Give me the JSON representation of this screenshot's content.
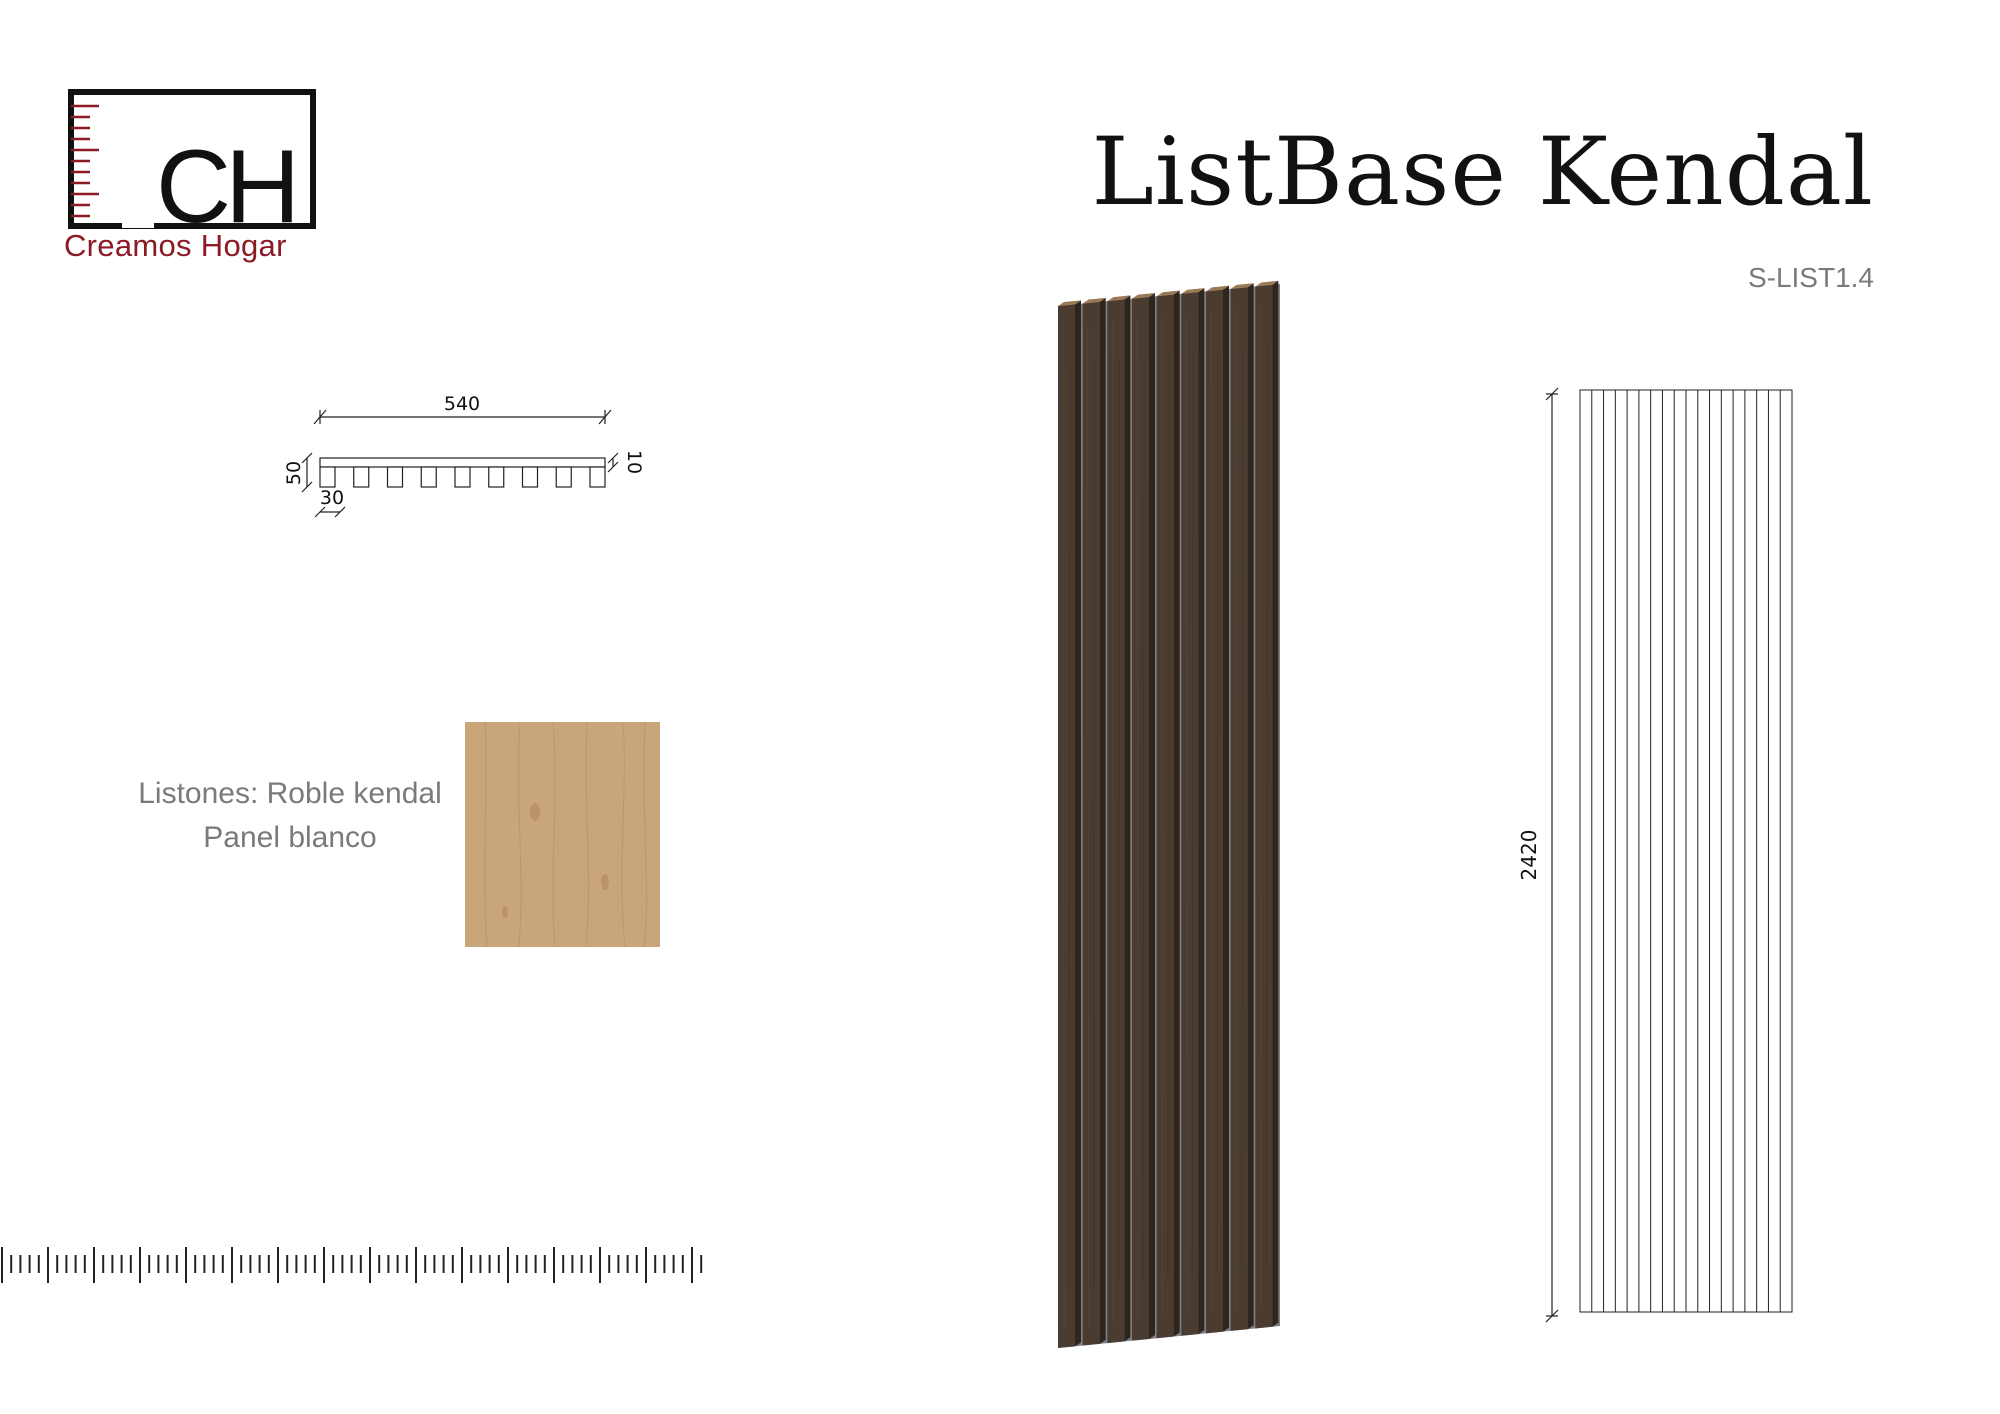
{
  "brand": {
    "logo_letters": "CH",
    "name": "Creamos Hogar",
    "primary_color": "#8b1a24"
  },
  "product": {
    "title": "ListBase Kendal",
    "code": "S-LIST1.4"
  },
  "section_drawing": {
    "width_label": "540",
    "height_label": "50",
    "slat_label": "30",
    "panel_label": "10",
    "slat_count": 9
  },
  "materials": {
    "line1": "Listones: Roble kendal",
    "line2": "Panel blanco",
    "swatch_color": "#c9a57a"
  },
  "elevation": {
    "height_label": "2420",
    "slat_count": 18
  },
  "render": {
    "slat_color": "#4a3c30",
    "gap_color": "#7d7e86",
    "slat_count": 9
  }
}
